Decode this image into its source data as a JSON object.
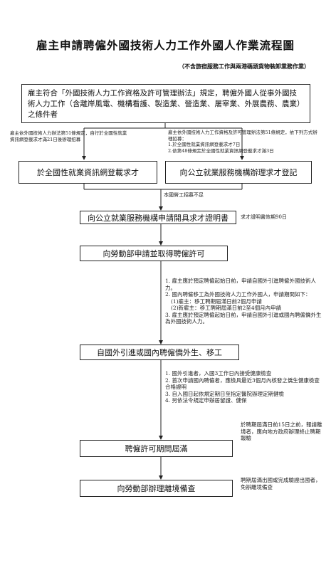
{
  "title": "雇主申請聘僱外國技術人力工作外國人作業流程圖",
  "subtitle": "（不含旅宿服務工作與兩港碼頭貨物裝卸業務作業）",
  "boxes": {
    "eligibility": "雇主符合「外國技術人力工作資格及許可管理辦法」規定，聘僱外國人從事外國技術人力工作（含離岸風電、機構看護、製造業、營造業、屠宰業、外展農務、農業）之條件者",
    "register_online": "於全國性就業資訊網登載求才",
    "register_office": "向公立就業服務機構辦理求才登記",
    "apply_certificate": "向公立就業服務機構申請開具求才證明書",
    "apply_permit": "向勞動部申請並取得聘僱許可",
    "hire": "自國外引進或國內聘僱僑外生、移工",
    "expire": "聘僱許可期間屆滿",
    "leave": "向勞動部辦理離境備查"
  },
  "notes": {
    "left_branch": "雇主依外國技術人力辦法第51條規定，自行於全國性就業資訊網登載求才滿21日後辦理招募",
    "right_branch_intro": "雇主依外國技術人力工作資格及許可管理辦法第51條規定，依下列方式辦理招募：",
    "right_branch_items": [
      "1.於全國性就業資訊網登載求才7日",
      "2.依第48條規定於全國性就業資訊網登載求才滿3日"
    ],
    "not_enough": "本國勞工招募不足",
    "certificate_validity": "求才證明書效期90日",
    "permit_items": [
      "雇主應於預定聘僱起始日前，申請自國外引進聘僱外國技術人力。",
      "國內聘僱移工為外國技術人力工作外國人，申請期間如下：",
      "(1)雇主：移工聘期屆滿日前2個月申請",
      "(2)新雇主：移工聘期屆滿日前2至4個月內申請",
      "雇主應於預定聘僱起始日前，申請自國外引進或國內聘僱僑外生為外國技術人力。"
    ],
    "hire_items": [
      "國外引進者，入國3工作日內接受健康檢查",
      "首次申請國內聘僱者，應檢具最近3個月內核發之僑生健康檢查合格證明",
      "自入國日起依規定期日至指定醫院辦理定期健檢",
      "另依法令規定申辦居留證、健保"
    ],
    "expire_note": "於聘期屆滿日前15日之前，報請離境者，應向地方政府辦理終止聘期報驗",
    "leave_note": "聘期屆滿出國或完成驗證出國者，免辦離境備查"
  }
}
